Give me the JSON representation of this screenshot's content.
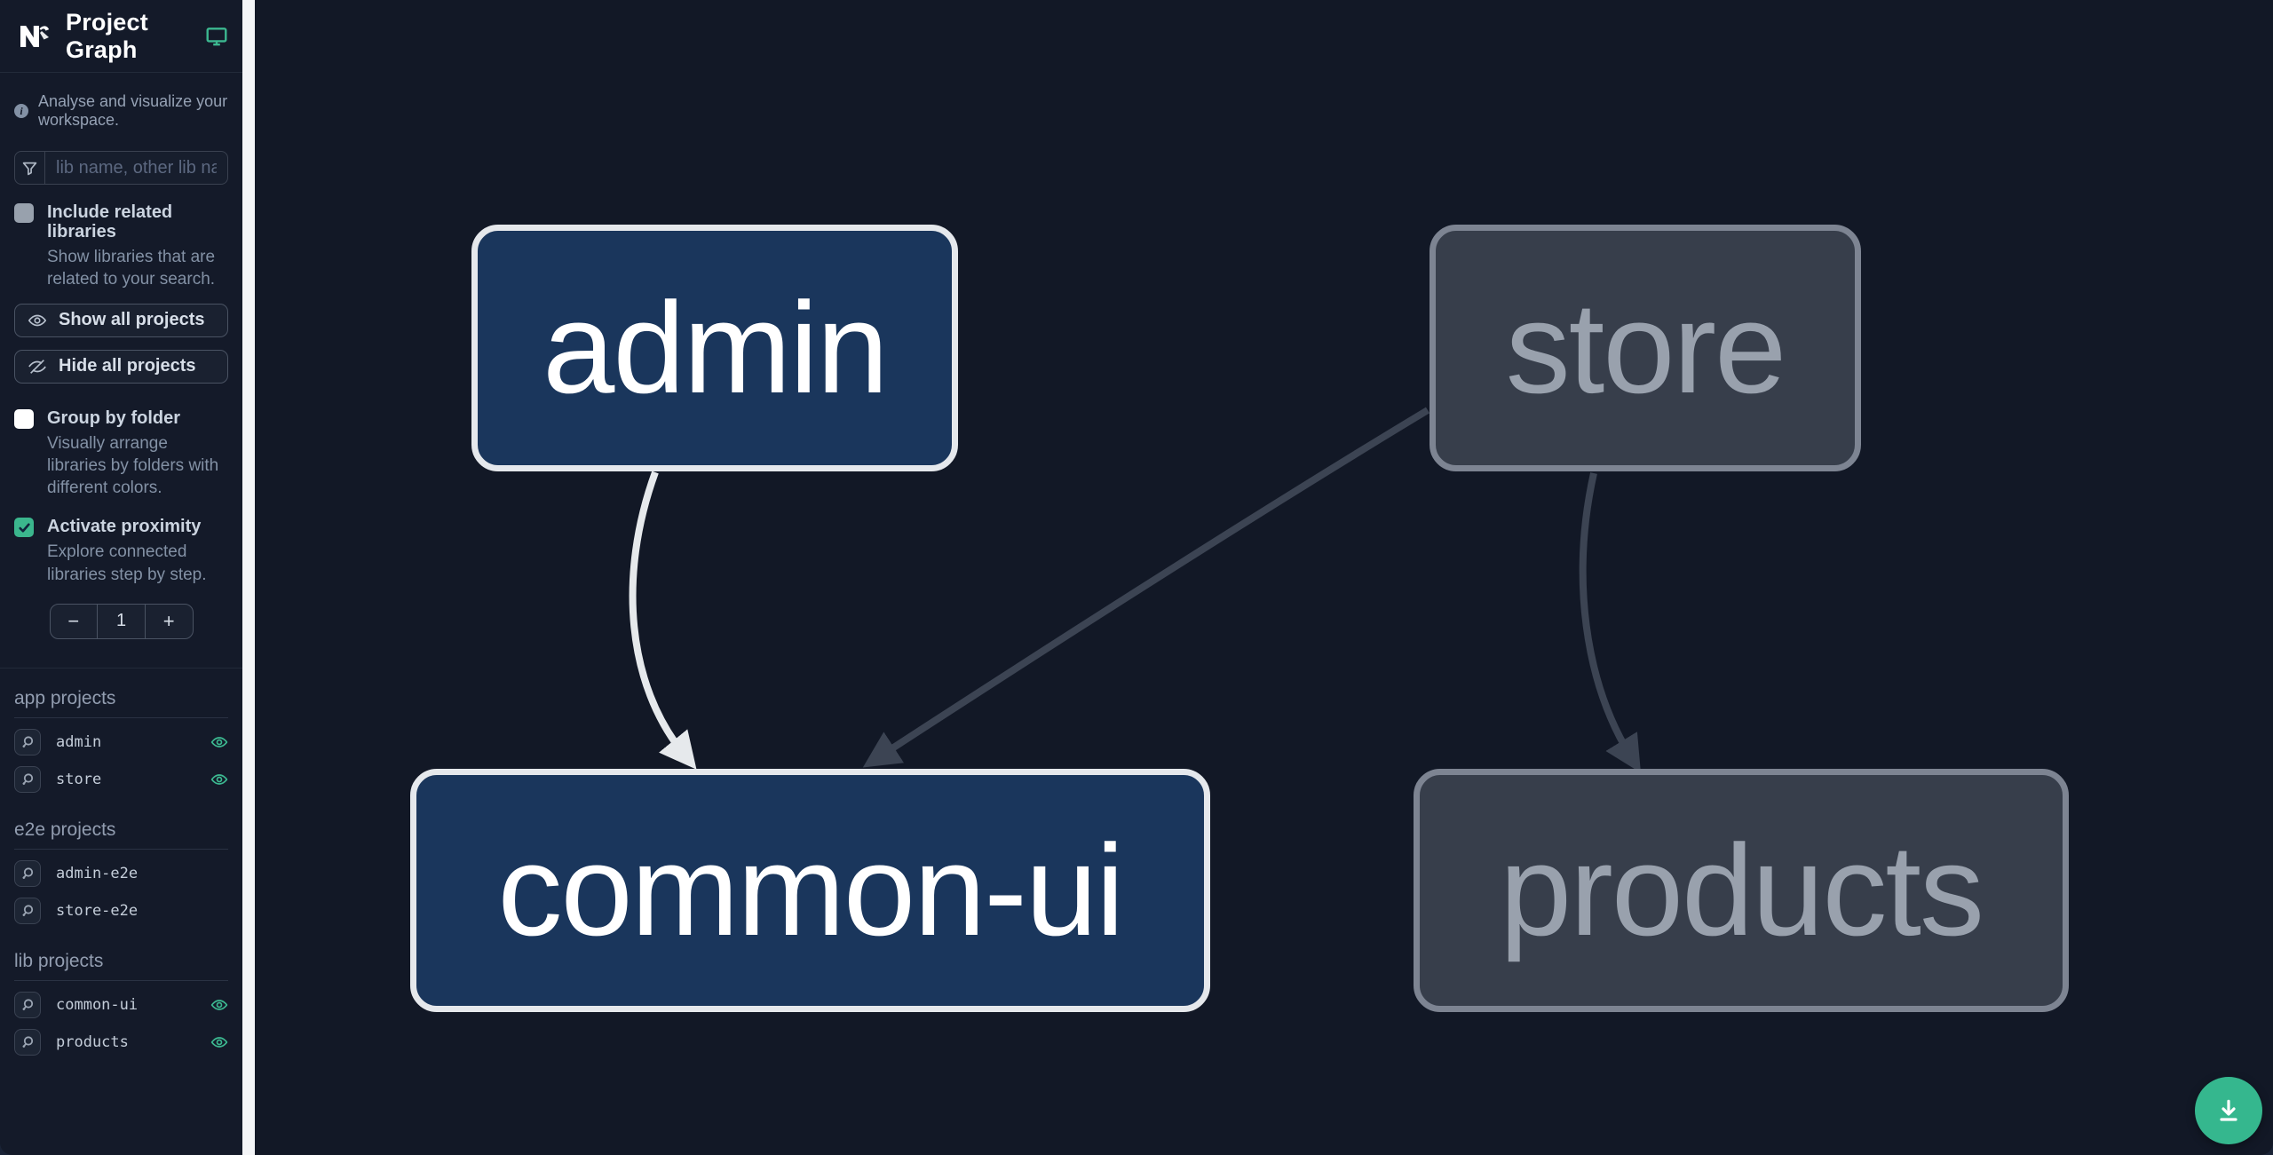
{
  "app": {
    "title": "Project Graph"
  },
  "sidebar": {
    "tagline": "Analyse and visualize your workspace.",
    "search_placeholder": "lib name, other lib name",
    "checkboxes": {
      "include_related": {
        "label": "Include related libraries",
        "description": "Show libraries that are related to your search.",
        "checked": false
      },
      "group_by_folder": {
        "label": "Group by folder",
        "description": "Visually arrange libraries by folders with different colors.",
        "checked": false
      },
      "activate_proximity": {
        "label": "Activate proximity",
        "description": "Explore connected libraries step by step.",
        "checked": true
      }
    },
    "buttons": {
      "show_all": "Show all projects",
      "hide_all": "Hide all projects"
    },
    "proximity_stepper": {
      "decrement": "−",
      "value": "1",
      "increment": "+"
    },
    "sections": [
      {
        "title": "app projects",
        "items": [
          {
            "name": "admin",
            "visible": true
          },
          {
            "name": "store",
            "visible": true
          }
        ]
      },
      {
        "title": "e2e projects",
        "items": [
          {
            "name": "admin-e2e",
            "visible": false
          },
          {
            "name": "store-e2e",
            "visible": false
          }
        ]
      },
      {
        "title": "lib projects",
        "items": [
          {
            "name": "common-ui",
            "visible": true
          },
          {
            "name": "products",
            "visible": true
          }
        ]
      }
    ]
  },
  "graph": {
    "nodes": [
      {
        "id": "admin",
        "label": "admin",
        "state": "focused"
      },
      {
        "id": "store",
        "label": "store",
        "state": "faded"
      },
      {
        "id": "common-ui",
        "label": "common-ui",
        "state": "focused"
      },
      {
        "id": "products",
        "label": "products",
        "state": "faded"
      }
    ],
    "edges": [
      {
        "from": "admin",
        "to": "common-ui",
        "state": "highlighted"
      },
      {
        "from": "store",
        "to": "common-ui",
        "state": "faded"
      },
      {
        "from": "store",
        "to": "products",
        "state": "faded"
      }
    ]
  },
  "fab": {
    "icon": "download"
  },
  "colors": {
    "accent_teal": "#3cb890",
    "sidebar_bg": "#141a29",
    "canvas_bg": "#121826",
    "gutter": "#f4f5f7",
    "node_focused_bg": "#1a365c",
    "node_focused_border": "#e5e8ec",
    "node_faded_bg": "#373e4b",
    "node_faded_border": "#7d8492",
    "edge_highlighted": "#e6e9ec",
    "edge_faded": "#3c4453"
  }
}
